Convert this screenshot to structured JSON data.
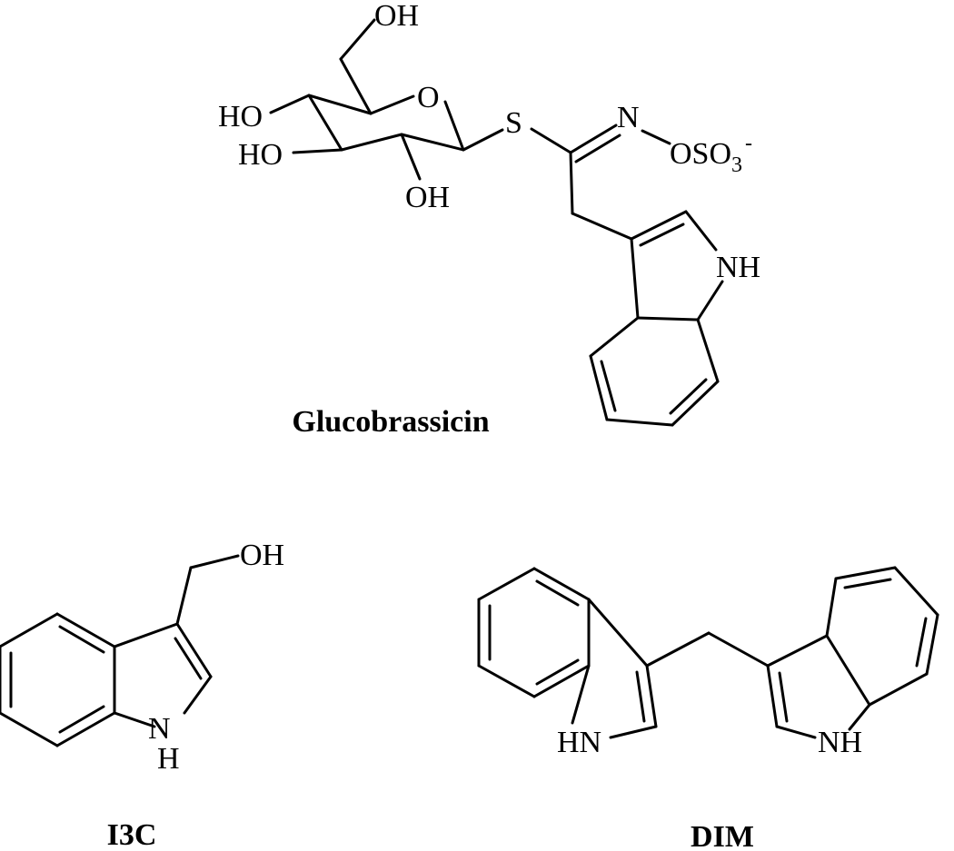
{
  "labels": {
    "OH": "OH",
    "HO": "HO",
    "O": "O",
    "S": "S",
    "N": "N",
    "NH": "NH",
    "HN": "HN",
    "H": "H",
    "OSO": "OSO",
    "three": "3",
    "minus": "-"
  },
  "compounds": {
    "glucobrassicin": "Glucobrassicin",
    "i3c": "I3C",
    "dim": "DIM"
  }
}
